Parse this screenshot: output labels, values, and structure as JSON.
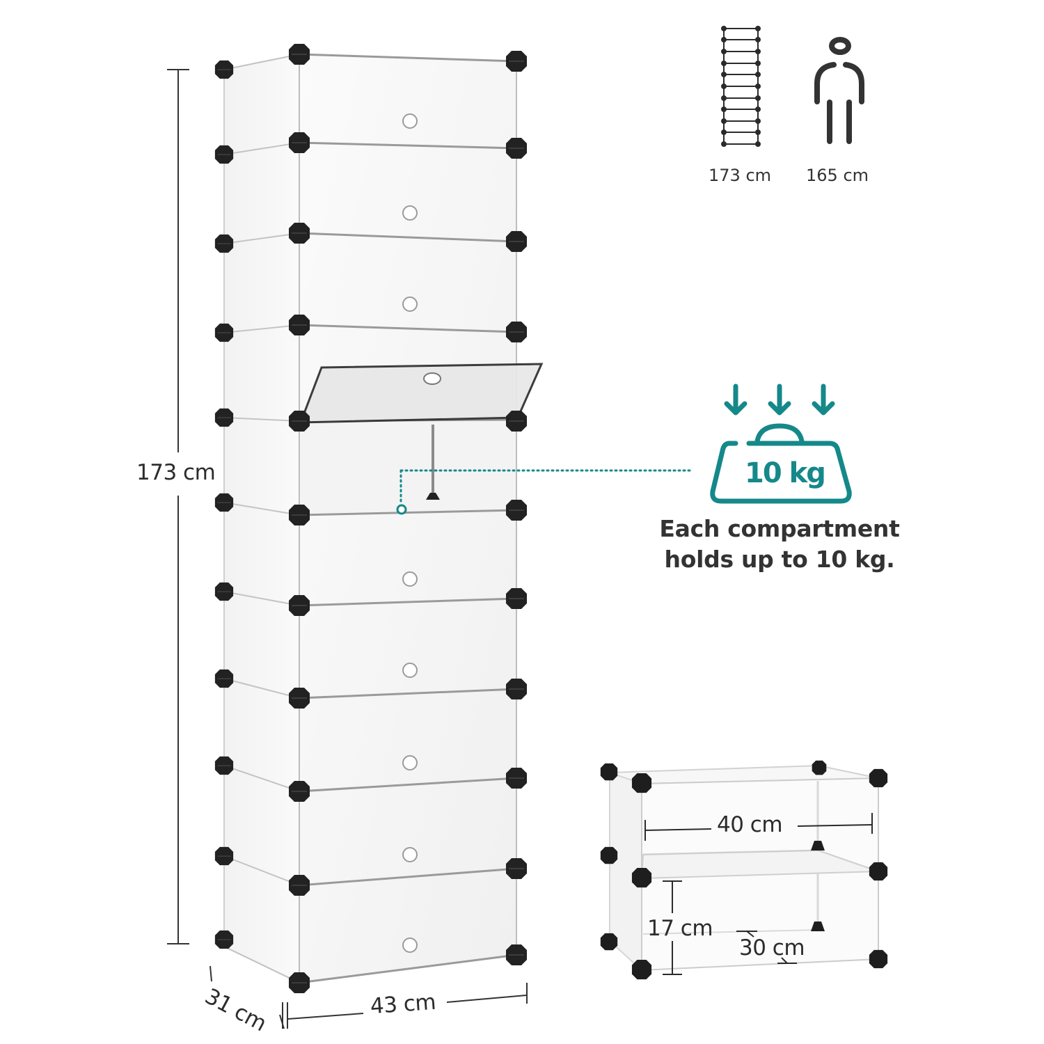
{
  "product": {
    "type": "cube shoe storage cabinet",
    "compartments": 10,
    "open_door_index": 4
  },
  "dimensions": {
    "height_label": "173 cm",
    "depth_label": "31 cm",
    "width_label": "43 cm"
  },
  "comparison": {
    "cabinet_label": "173 cm",
    "person_label": "165 cm"
  },
  "load_callout": {
    "weight_label": "10 kg",
    "line1": "Each compartment",
    "line2": "holds up to 10 kg."
  },
  "detail_module": {
    "width_label": "40 cm",
    "height_label": "17 cm",
    "depth_label": "30 cm"
  },
  "colors": {
    "accent": "#15888a",
    "connector": "#222222",
    "text": "#2c2c2c",
    "panel": "#f7f7f7"
  }
}
